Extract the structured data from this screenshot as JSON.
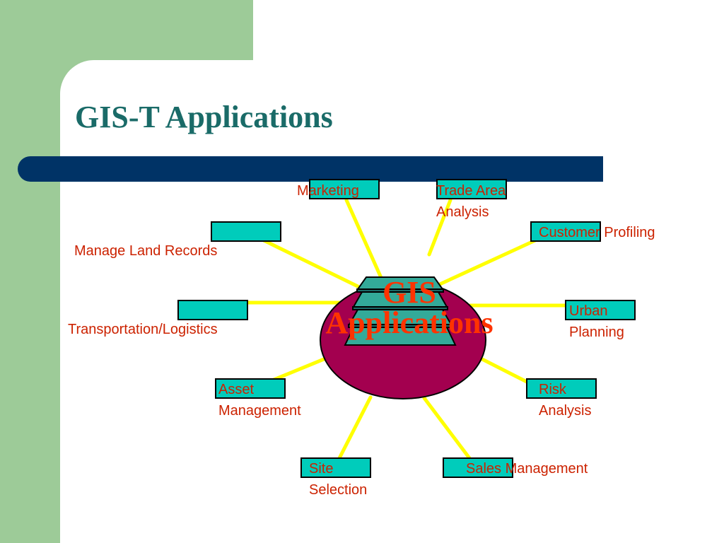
{
  "slide": {
    "title": "GIS-T Applications"
  },
  "center": {
    "line1": "GIS",
    "line2": "Applications"
  },
  "nodes": [
    {
      "id": "marketing",
      "first": "Marketing",
      "rest": ""
    },
    {
      "id": "trade-area",
      "first": "Trade Area",
      "rest": "Analysis"
    },
    {
      "id": "customer-profiling",
      "first": "Customer Profiling",
      "rest": ""
    },
    {
      "id": "manage-land-records",
      "first": "Manage Land Records",
      "rest": ""
    },
    {
      "id": "transportation-logistics",
      "first": "Transportation/Logistics",
      "rest": ""
    },
    {
      "id": "urban-planning",
      "first": "Urban",
      "rest": "Planning"
    },
    {
      "id": "asset-management",
      "first": "Asset",
      "rest": "Management"
    },
    {
      "id": "risk-analysis",
      "first": "Risk",
      "rest": "Analysis"
    },
    {
      "id": "site-selection",
      "first": "Site",
      "rest": "Selection"
    },
    {
      "id": "sales-management",
      "first": "Sales Management",
      "rest": ""
    }
  ],
  "colors": {
    "background_green": "#9dcb98",
    "title_teal": "#1a6b68",
    "bar_navy": "#003366",
    "connector_yellow": "#ffff00",
    "box_cyan": "#00ccbb",
    "ellipse_magenta": "#a3004f",
    "label_red": "#cc2200",
    "center_text": "#ff3300",
    "layer_teal": "#33aa99"
  }
}
